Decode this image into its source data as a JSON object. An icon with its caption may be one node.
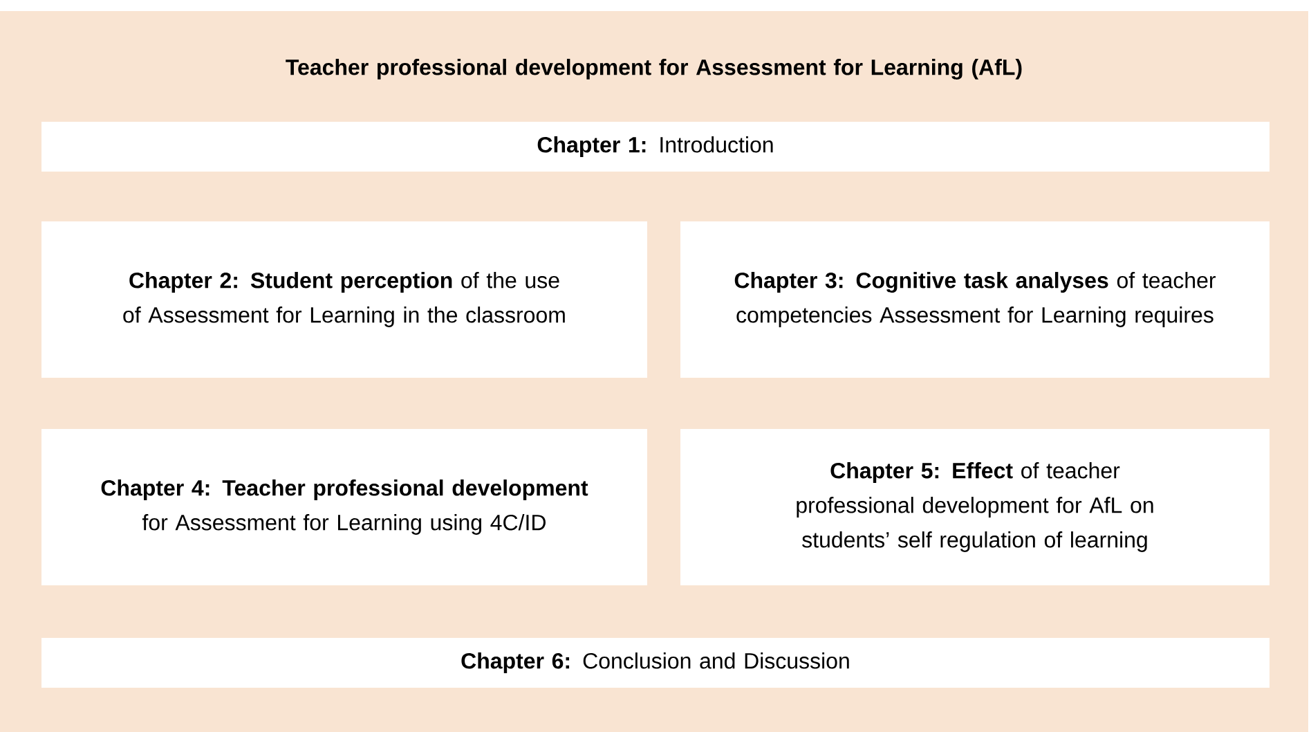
{
  "diagram": {
    "nodes": [
      {
        "text": [
          "Teacher professional development for Assessment for Learning (AfL)"
        ]
      },
      {
        "text": [
          "**Chapter 1:** Introduction"
        ],
        "in": 0
      },
      {
        "text": [
          "**Chapter 2: Student perception** of the use of Assessment for Learning in the classroom"
        ],
        "in": 0
      },
      {
        "text": [
          "**Chapter 3: Cognitive task analyses** of teacher competencies Assessment for Learning requires"
        ],
        "in": 0
      },
      {
        "text": [
          "**Chapter 4: Teacher professional development** for Assessment for Learning using 4C/ID"
        ],
        "in": 0
      },
      {
        "text": [
          "**Chapter 5: Effect** of teacher professional development for AfL on students’ self regulation of learning"
        ],
        "in": 0
      },
      {
        "text": [
          "**Chapter 6:** Conclusion and Discussion"
        ],
        "in": 0
      }
    ]
  }
}
